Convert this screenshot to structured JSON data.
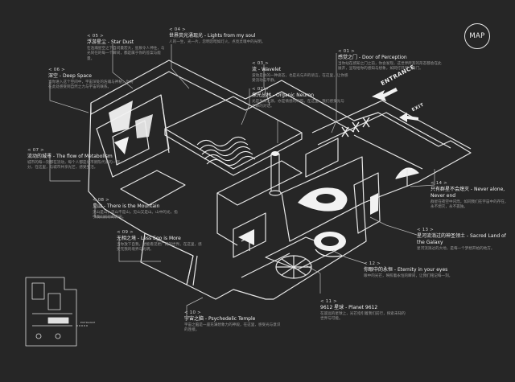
{
  "badge": "MAP",
  "tags": {
    "entrance": "ENTRANCE",
    "exit": "EXIT",
    "mini_entrance": "ENTRANCE"
  },
  "labels": [
    {
      "key": "05",
      "num": "< 05 >",
      "title": "浮游星尘 - Star Dust",
      "desc": "在浩瀚星空之下自问最宏大，星辰令人神往，与光同在的每一个瞬间，都是属于你的答案与能量。"
    },
    {
      "key": "04",
      "num": "< 04 >",
      "title": "世界荧光涌现光 - Lights from my soul",
      "desc": "人的一生，光一片，忽明忽暗如灯火，点亮灵魂中的光明。"
    },
    {
      "key": "01",
      "num": "< 01 >",
      "title": "感觉之门 - Door of Perception",
      "desc": "当你站在感知之门之前，你会发现，这世界所有的形态都会在此展开，呈现给你的感知与想象，如同打开另一扇门。"
    },
    {
      "key": "06",
      "num": "< 06 >",
      "title": "深空 - Deep Space",
      "desc": "当你进入这个空间中，宇宙深处的浩瀚与神秘，你将在此处感受到自然之力与宇宙的联系。"
    },
    {
      "key": "03",
      "num": "< 03 >",
      "title": "流 - Wavelet",
      "desc": "波动是水的一种姿态，也是光与声的语言。在这里，让你感受流动与平静。"
    },
    {
      "key": "02",
      "num": "< 02 >",
      "title": "探光丛林 - Organic Neuron",
      "desc": "光是生命之源，亦是情感的映照。在这里，我们感受光与生命的对话。"
    },
    {
      "key": "07",
      "num": "< 07 >",
      "title": "流动的城市 - The flow of Metabolism",
      "desc": "城市的每一刻都在流动，每个人都是城市新陈代谢的一部分，在这里，与城市共享光芒，感受生活。"
    },
    {
      "key": "08",
      "num": "< 08 >",
      "title": "见山 - There is the Mountain",
      "desc": "见山是山，见山不是山，见山又是山。山中的光，指引我们前行的方向。"
    },
    {
      "key": "14",
      "num": "< 14 >",
      "title": "只有群星不会熄灭 - Never alone, Never end",
      "desc": "群星在夜空中闪烁，如同我们在宇宙中的存在，永不熄灭，永不孤独。"
    },
    {
      "key": "13",
      "num": "< 13 >",
      "title": "星河流淌过的神圣领土 - Sacred Land of the Galaxy",
      "desc": "星河流淌过的大地，是每一个梦想开始的地方。"
    },
    {
      "key": "09",
      "num": "< 09 >",
      "title": "无相之境 - Less Ego is More",
      "desc": "当你放下自我，便能看见更广阔的世界。在这里，感受无我的境界与光明。"
    },
    {
      "key": "12",
      "num": "< 12 >",
      "title": "你眼中的永恒 - Eternity in your eyes",
      "desc": "眼中的光芒，映照着永恒的瞬间，让我们铭记每一刻。"
    },
    {
      "key": "10",
      "num": "< 10 >",
      "title": "宇宙之脑 - Psychedelic Temple",
      "desc": "宇宙之脑是一座充满想象力的神殿，在这里，感受光与意识的连接。"
    },
    {
      "key": "11",
      "num": "< 11 >",
      "title": "9612 星球 - Planet 9612",
      "desc": "在遥远的星球上，光芒指引着我们前行，探索未知的世界与可能。"
    }
  ]
}
